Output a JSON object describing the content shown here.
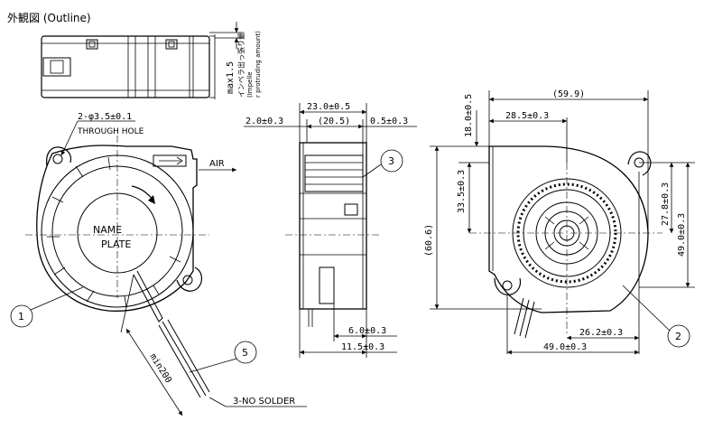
{
  "title": "外観図 (Outline)",
  "protrusion": {
    "max_label": "max1.5",
    "jp_label": "インペラ出っ張り量",
    "en_label_1": "(Impelle",
    "en_label_2": "r protruding amount)"
  },
  "front_view": {
    "hole_label": "2-φ3.5±0.1",
    "hole_note": "THROUGH HOLE",
    "nameplate_1": "NAME",
    "nameplate_2": "PLATE",
    "air_label": "AIR",
    "lead_length": "min200",
    "lead_note": "3-NO SOLDER",
    "callout_1": "1",
    "callout_5": "5"
  },
  "side_view": {
    "dim_width": "23.0±0.5",
    "dim_left": "2.0±0.3",
    "dim_mid": "(20.5)",
    "dim_right": "0.5±0.3",
    "dim_bottom_1": "6.0±0.3",
    "dim_bottom_2": "11.5±0.3",
    "callout_3": "3"
  },
  "rear_view": {
    "dim_top": "(59.9)",
    "dim_top_2": "28.5±0.3",
    "dim_v_18": "18.0±0.5",
    "dim_v_335": "33.5±0.3",
    "dim_height": "(60.6)",
    "dim_v_278": "27.8±0.3",
    "dim_v_49": "49.0±0.3",
    "dim_b_262": "26.2±0.3",
    "dim_b_49": "49.0±0.3",
    "callout_2": "2"
  }
}
